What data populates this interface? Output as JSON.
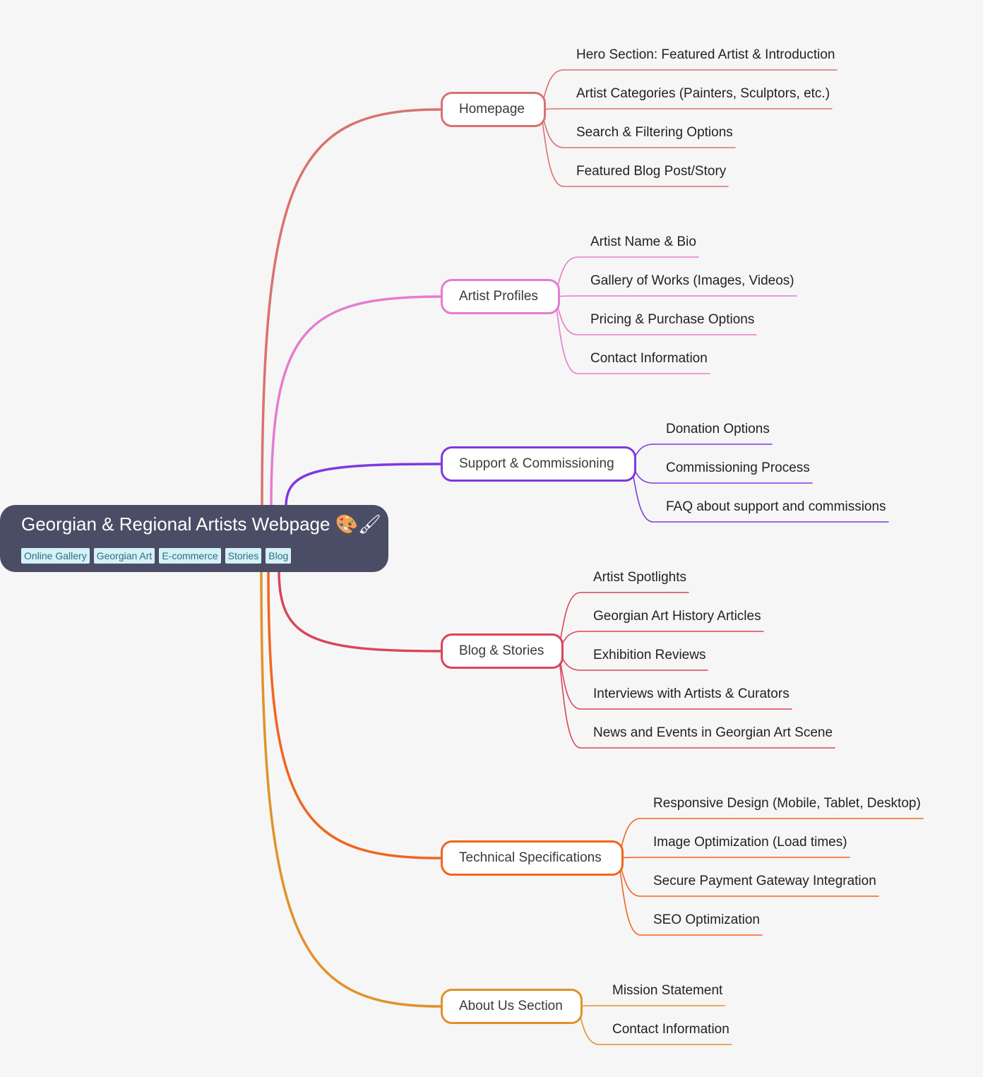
{
  "root": {
    "title": "Georgian & Regional Artists Webpage 🎨🖌",
    "tags": [
      "Online Gallery",
      "Georgian Art",
      "E-commerce",
      "Stories",
      "Blog"
    ]
  },
  "branches": [
    {
      "label": "Homepage",
      "color": "#d9726f",
      "children": [
        "Hero Section: Featured Artist & Introduction",
        "Artist Categories (Painters, Sculptors, etc.)",
        "Search & Filtering Options",
        "Featured Blog Post/Story"
      ]
    },
    {
      "label": "Artist Profiles",
      "color": "#e57ccf",
      "children": [
        "Artist Name & Bio",
        "Gallery of Works (Images, Videos)",
        "Pricing & Purchase Options",
        "Contact Information"
      ]
    },
    {
      "label": "Support & Commissioning",
      "color": "#7f38e0",
      "children": [
        "Donation Options",
        "Commissioning Process",
        "FAQ about support and commissions"
      ]
    },
    {
      "label": "Blog & Stories",
      "color": "#d9455a",
      "children": [
        "Artist Spotlights",
        "Georgian Art History Articles",
        "Exhibition Reviews",
        "Interviews with Artists & Curators",
        "News and Events in Georgian Art Scene"
      ]
    },
    {
      "label": "Technical Specifications",
      "color": "#f0661e",
      "children": [
        "Responsive Design (Mobile, Tablet, Desktop)",
        "Image Optimization (Load times)",
        "Secure Payment Gateway Integration",
        "SEO Optimization"
      ]
    },
    {
      "label": "About Us Section",
      "color": "#e0922a",
      "children": [
        "Mission Statement",
        "Contact Information"
      ]
    }
  ]
}
